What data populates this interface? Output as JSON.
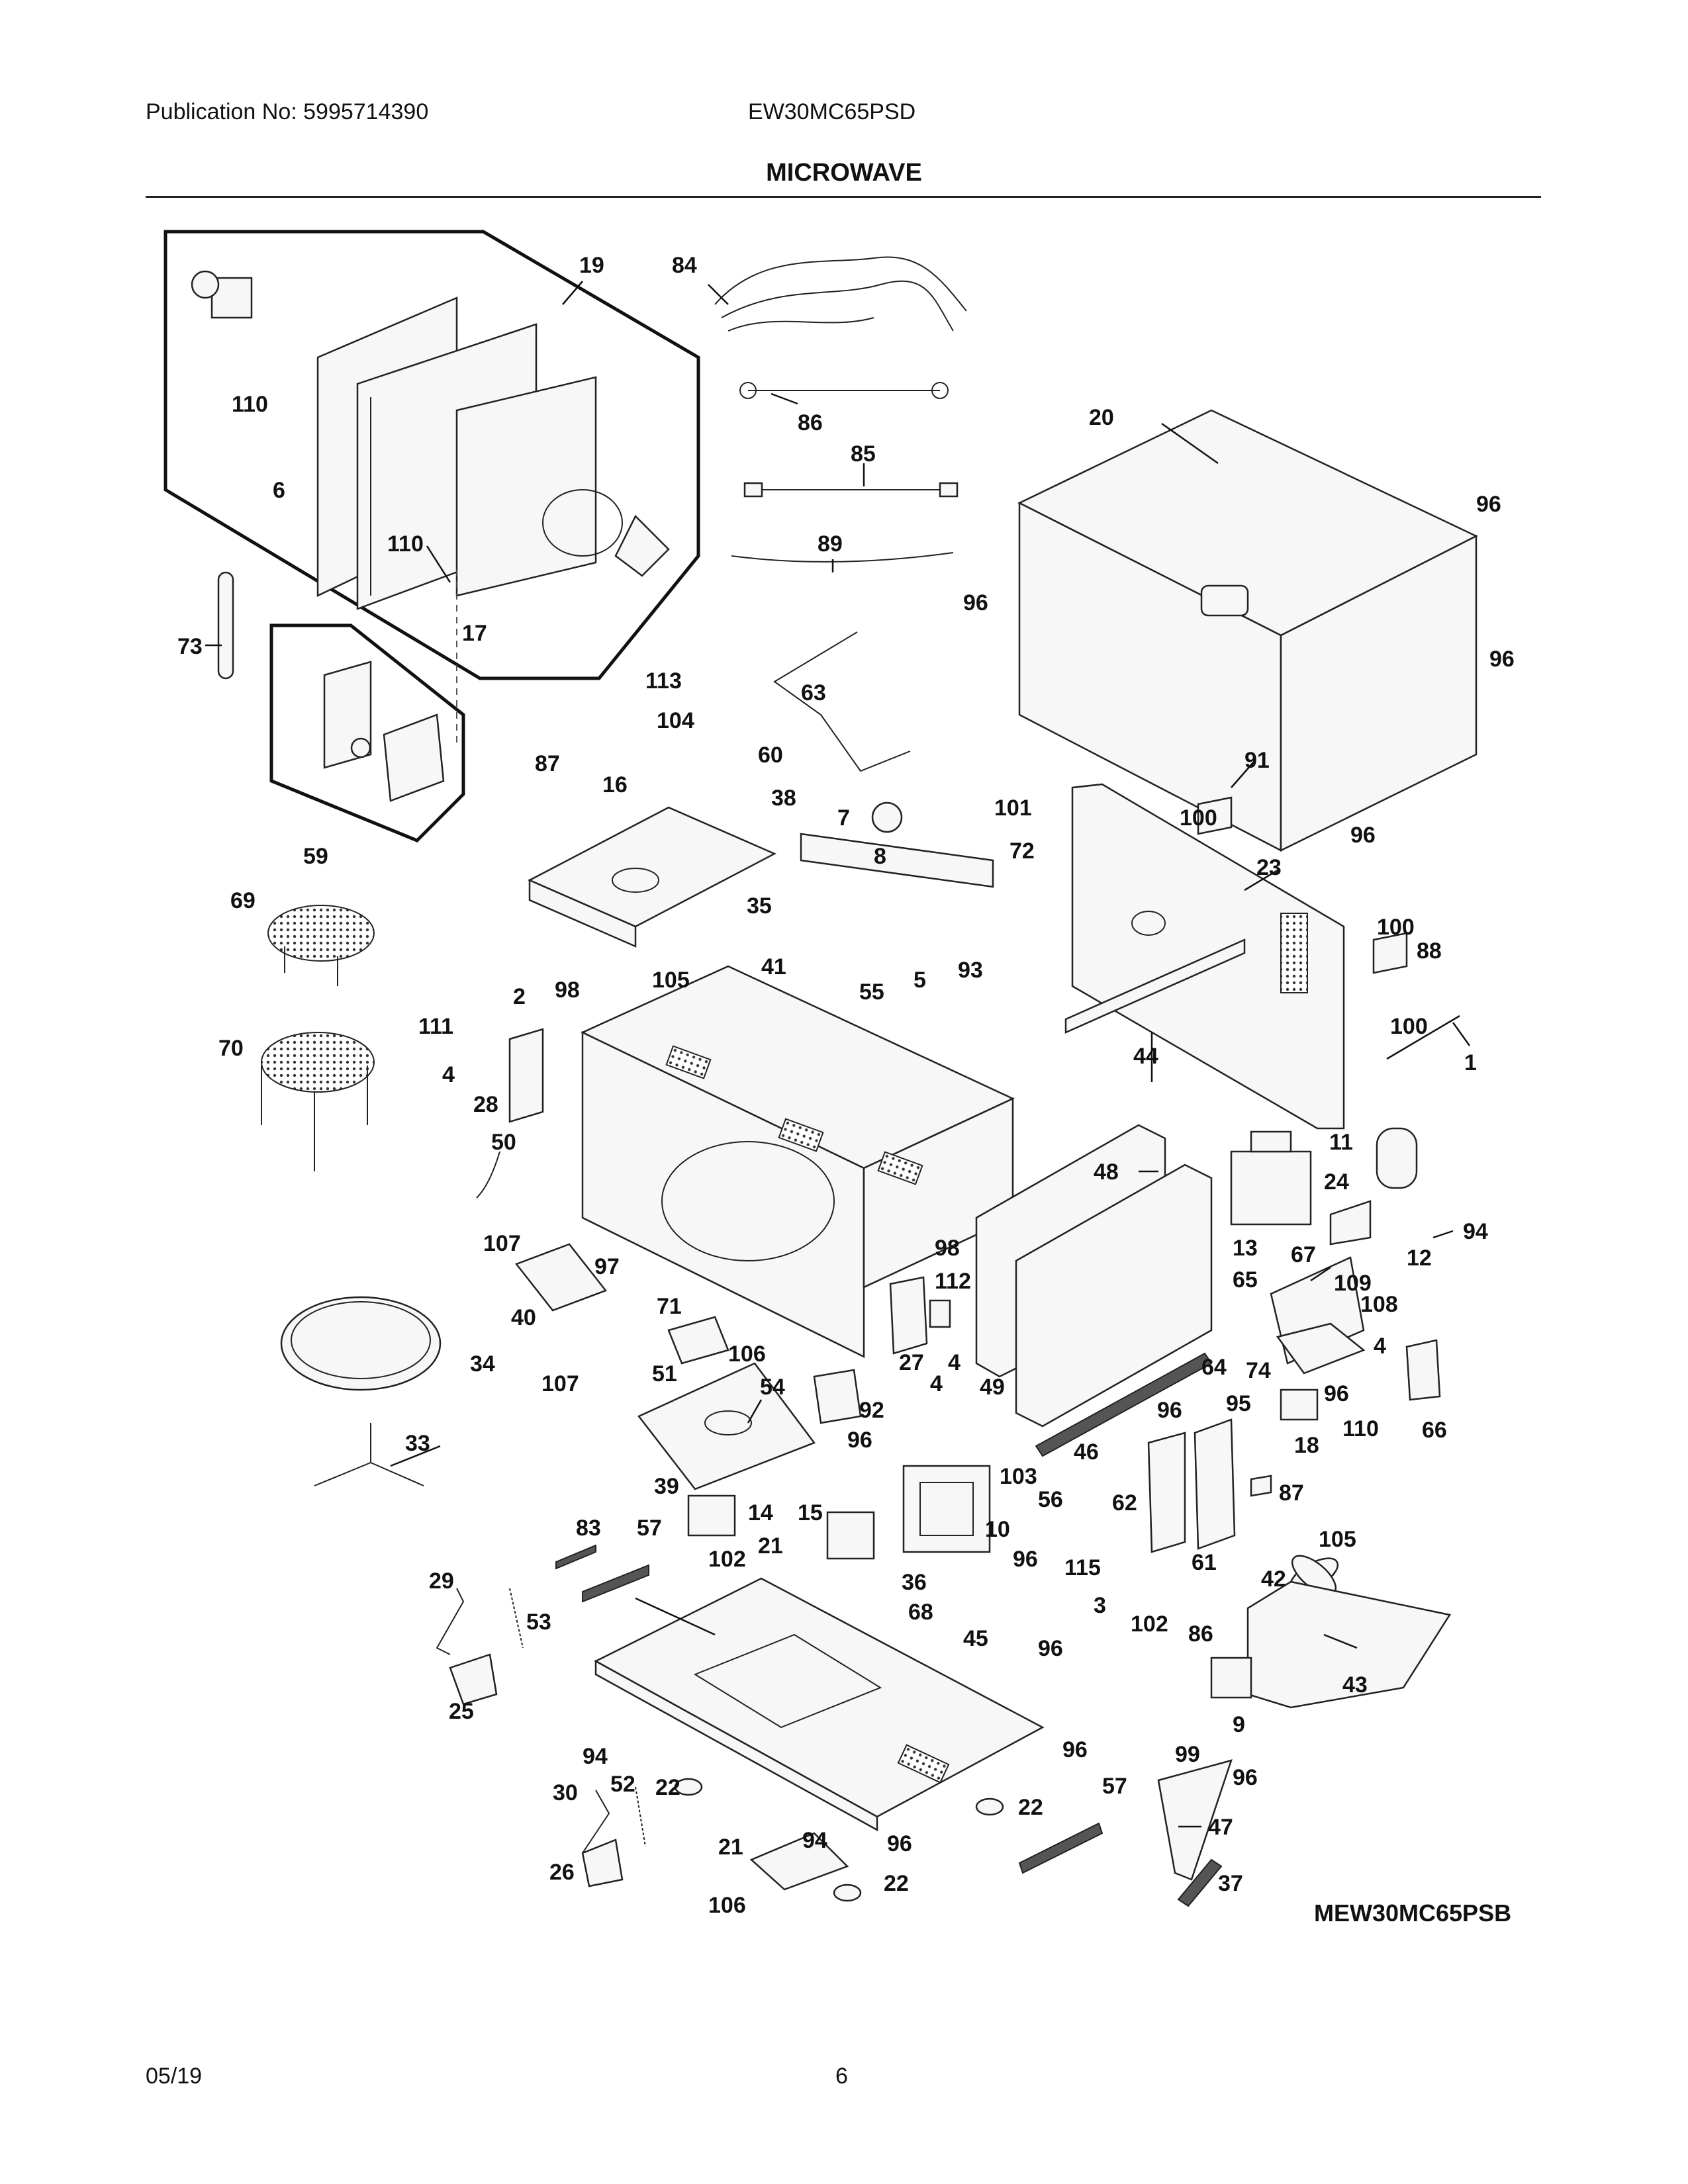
{
  "header": {
    "publication": "Publication No: 5995714390",
    "model": "EW30MC65PSD",
    "title": "MICROWAVE"
  },
  "diagram": {
    "reference_code": "MEW30MC65PSB",
    "callouts": [
      {
        "id": "c19",
        "text": "19"
      },
      {
        "id": "c84",
        "text": "84"
      },
      {
        "id": "c110a",
        "text": "110"
      },
      {
        "id": "c6",
        "text": "6"
      },
      {
        "id": "c86a",
        "text": "86"
      },
      {
        "id": "c85",
        "text": "85"
      },
      {
        "id": "c20",
        "text": "20"
      },
      {
        "id": "c96a",
        "text": "96"
      },
      {
        "id": "c110b",
        "text": "110"
      },
      {
        "id": "c89",
        "text": "89"
      },
      {
        "id": "c17",
        "text": "17"
      },
      {
        "id": "c96b",
        "text": "96"
      },
      {
        "id": "c96c",
        "text": "96"
      },
      {
        "id": "c73",
        "text": "73"
      },
      {
        "id": "c113",
        "text": "113"
      },
      {
        "id": "c63",
        "text": "63"
      },
      {
        "id": "c104",
        "text": "104"
      },
      {
        "id": "c87a",
        "text": "87"
      },
      {
        "id": "c60",
        "text": "60"
      },
      {
        "id": "c91",
        "text": "91"
      },
      {
        "id": "c16",
        "text": "16"
      },
      {
        "id": "c38",
        "text": "38"
      },
      {
        "id": "c7",
        "text": "7"
      },
      {
        "id": "c101",
        "text": "101"
      },
      {
        "id": "c100a",
        "text": "100"
      },
      {
        "id": "c96d",
        "text": "96"
      },
      {
        "id": "c59",
        "text": "59"
      },
      {
        "id": "c8",
        "text": "8"
      },
      {
        "id": "c72",
        "text": "72"
      },
      {
        "id": "c23",
        "text": "23"
      },
      {
        "id": "c69",
        "text": "69"
      },
      {
        "id": "c35",
        "text": "35"
      },
      {
        "id": "c100b",
        "text": "100"
      },
      {
        "id": "c88",
        "text": "88"
      },
      {
        "id": "c41",
        "text": "41"
      },
      {
        "id": "c105a",
        "text": "105"
      },
      {
        "id": "c5",
        "text": "5"
      },
      {
        "id": "c93",
        "text": "93"
      },
      {
        "id": "c2",
        "text": "2"
      },
      {
        "id": "c98a",
        "text": "98"
      },
      {
        "id": "c55",
        "text": "55"
      },
      {
        "id": "c111",
        "text": "111"
      },
      {
        "id": "c100c",
        "text": "100"
      },
      {
        "id": "c70",
        "text": "70"
      },
      {
        "id": "c44",
        "text": "44"
      },
      {
        "id": "c1",
        "text": "1"
      },
      {
        "id": "c4a",
        "text": "4"
      },
      {
        "id": "c28",
        "text": "28"
      },
      {
        "id": "c50",
        "text": "50"
      },
      {
        "id": "c11",
        "text": "11"
      },
      {
        "id": "c48",
        "text": "48"
      },
      {
        "id": "c24",
        "text": "24"
      },
      {
        "id": "c13",
        "text": "13"
      },
      {
        "id": "c94a",
        "text": "94"
      },
      {
        "id": "c107a",
        "text": "107"
      },
      {
        "id": "c98b",
        "text": "98"
      },
      {
        "id": "c12",
        "text": "12"
      },
      {
        "id": "c67",
        "text": "67"
      },
      {
        "id": "c97",
        "text": "97"
      },
      {
        "id": "c65",
        "text": "65"
      },
      {
        "id": "c112",
        "text": "112"
      },
      {
        "id": "c109",
        "text": "109"
      },
      {
        "id": "c40",
        "text": "40"
      },
      {
        "id": "c71",
        "text": "71"
      },
      {
        "id": "c108",
        "text": "108"
      },
      {
        "id": "c4b",
        "text": "4"
      },
      {
        "id": "c34",
        "text": "34"
      },
      {
        "id": "c106a",
        "text": "106"
      },
      {
        "id": "c27",
        "text": "27"
      },
      {
        "id": "c4c",
        "text": "4"
      },
      {
        "id": "c64",
        "text": "64"
      },
      {
        "id": "c74",
        "text": "74"
      },
      {
        "id": "c4d",
        "text": "4"
      },
      {
        "id": "c51",
        "text": "51"
      },
      {
        "id": "c107b",
        "text": "107"
      },
      {
        "id": "c49",
        "text": "49"
      },
      {
        "id": "c96e",
        "text": "96"
      },
      {
        "id": "c54",
        "text": "54"
      },
      {
        "id": "c92",
        "text": "92"
      },
      {
        "id": "c96f",
        "text": "96"
      },
      {
        "id": "c95",
        "text": "95"
      },
      {
        "id": "c110c",
        "text": "110"
      },
      {
        "id": "c66",
        "text": "66"
      },
      {
        "id": "c33",
        "text": "33"
      },
      {
        "id": "c96g",
        "text": "96"
      },
      {
        "id": "c46",
        "text": "46"
      },
      {
        "id": "c18",
        "text": "18"
      },
      {
        "id": "c103",
        "text": "103"
      },
      {
        "id": "c39",
        "text": "39"
      },
      {
        "id": "c62",
        "text": "62"
      },
      {
        "id": "c56",
        "text": "56"
      },
      {
        "id": "c87b",
        "text": "87"
      },
      {
        "id": "c14",
        "text": "14"
      },
      {
        "id": "c15",
        "text": "15"
      },
      {
        "id": "c83",
        "text": "83"
      },
      {
        "id": "c57a",
        "text": "57"
      },
      {
        "id": "c10",
        "text": "10"
      },
      {
        "id": "c21a",
        "text": "21"
      },
      {
        "id": "c96h",
        "text": "96"
      },
      {
        "id": "c61",
        "text": "61"
      },
      {
        "id": "c102a",
        "text": "102"
      },
      {
        "id": "c105b",
        "text": "105"
      },
      {
        "id": "c115",
        "text": "115"
      },
      {
        "id": "c29",
        "text": "29"
      },
      {
        "id": "c36",
        "text": "36"
      },
      {
        "id": "c42",
        "text": "42"
      },
      {
        "id": "c53",
        "text": "53"
      },
      {
        "id": "c68",
        "text": "68"
      },
      {
        "id": "c3",
        "text": "3"
      },
      {
        "id": "c102b",
        "text": "102"
      },
      {
        "id": "c45",
        "text": "45"
      },
      {
        "id": "c96i",
        "text": "96"
      },
      {
        "id": "c86b",
        "text": "86"
      },
      {
        "id": "c25",
        "text": "25"
      },
      {
        "id": "c43",
        "text": "43"
      },
      {
        "id": "c96j",
        "text": "96"
      },
      {
        "id": "c9",
        "text": "9"
      },
      {
        "id": "c94b",
        "text": "94"
      },
      {
        "id": "c52",
        "text": "52"
      },
      {
        "id": "c22a",
        "text": "22"
      },
      {
        "id": "c99",
        "text": "99"
      },
      {
        "id": "c96k",
        "text": "96"
      },
      {
        "id": "c30",
        "text": "30"
      },
      {
        "id": "c57b",
        "text": "57"
      },
      {
        "id": "c22b",
        "text": "22"
      },
      {
        "id": "c47",
        "text": "47"
      },
      {
        "id": "c21b",
        "text": "21"
      },
      {
        "id": "c94c",
        "text": "94"
      },
      {
        "id": "c96l",
        "text": "96"
      },
      {
        "id": "c26",
        "text": "26"
      },
      {
        "id": "c22c",
        "text": "22"
      },
      {
        "id": "c37",
        "text": "37"
      },
      {
        "id": "c106b",
        "text": "106"
      }
    ]
  },
  "footer": {
    "date": "05/19",
    "page": "6"
  }
}
